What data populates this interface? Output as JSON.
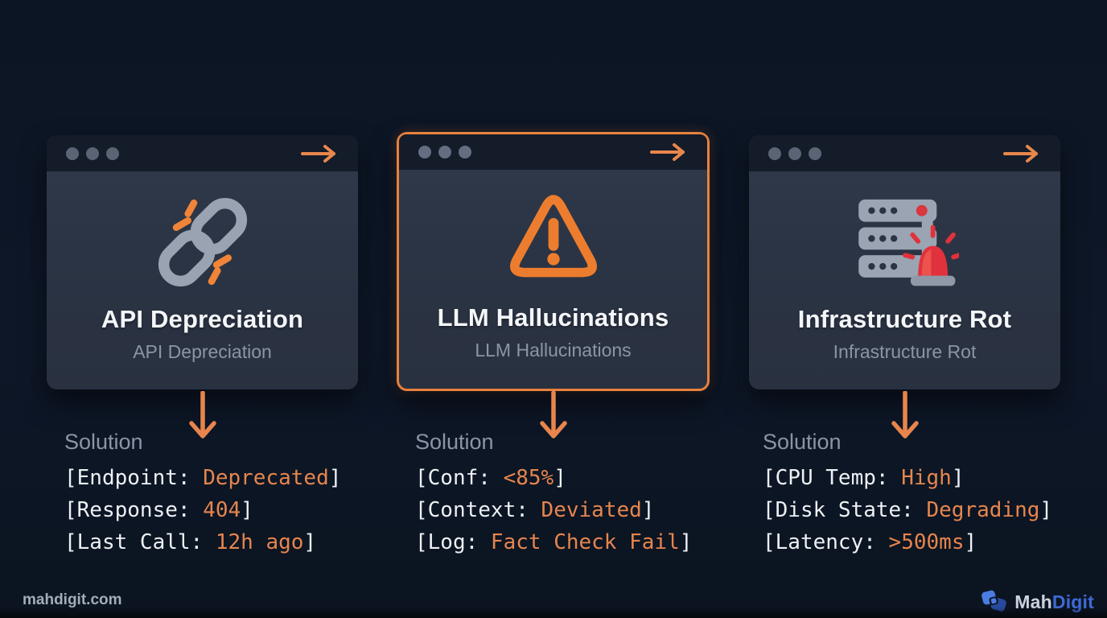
{
  "colors": {
    "background": "#0d1626",
    "card_body": "#2b3444",
    "titlebar": "#141b29",
    "accent_orange": "#ed7d31",
    "mono_value_orange": "#e6854e",
    "title_white": "#f4f6f9",
    "subtitle_gray": "#8b95a6",
    "alert_red": "#d9363e",
    "logo_blue": "#3e6ad6"
  },
  "cards": [
    {
      "id": "api-depreciation",
      "icon": "broken-link-icon",
      "highlighted": false,
      "title": "API Depreciation",
      "subtitle": "API Depreciation",
      "solution": {
        "label": "Solution",
        "lines": [
          {
            "prefix": "[Endpoint: ",
            "value": "Deprecated",
            "suffix": "]"
          },
          {
            "prefix": "[Response: ",
            "value": "404",
            "suffix": "]"
          },
          {
            "prefix": "[Last Call: ",
            "value": "12h ago",
            "suffix": "]"
          }
        ]
      }
    },
    {
      "id": "llm-hallucinations",
      "icon": "warning-triangle-icon",
      "highlighted": true,
      "title": "LLM Hallucinations",
      "subtitle": "LLM Hallucinations",
      "solution": {
        "label": "Solution",
        "lines": [
          {
            "prefix": "[Conf: ",
            "value": "<85%",
            "suffix": "]"
          },
          {
            "prefix": "[Context: ",
            "value": "Deviated",
            "suffix": "]"
          },
          {
            "prefix": "[Log: ",
            "value": "Fact Check Fail",
            "suffix": "]"
          }
        ]
      }
    },
    {
      "id": "infrastructure-rot",
      "icon": "server-alert-icon",
      "highlighted": false,
      "title": "Infrastructure Rot",
      "subtitle": "Infrastructure Rot",
      "solution": {
        "label": "Solution",
        "lines": [
          {
            "prefix": "[CPU Temp: ",
            "value": "High",
            "suffix": "]"
          },
          {
            "prefix": "[Disk State: ",
            "value": "Degrading",
            "suffix": "]"
          },
          {
            "prefix": "[Latency: ",
            "value": ">500ms",
            "suffix": "]"
          }
        ]
      }
    }
  ],
  "footer": {
    "watermark": "mahdigit.com",
    "brand_prefix": "Mah",
    "brand_suffix": "Digit"
  }
}
